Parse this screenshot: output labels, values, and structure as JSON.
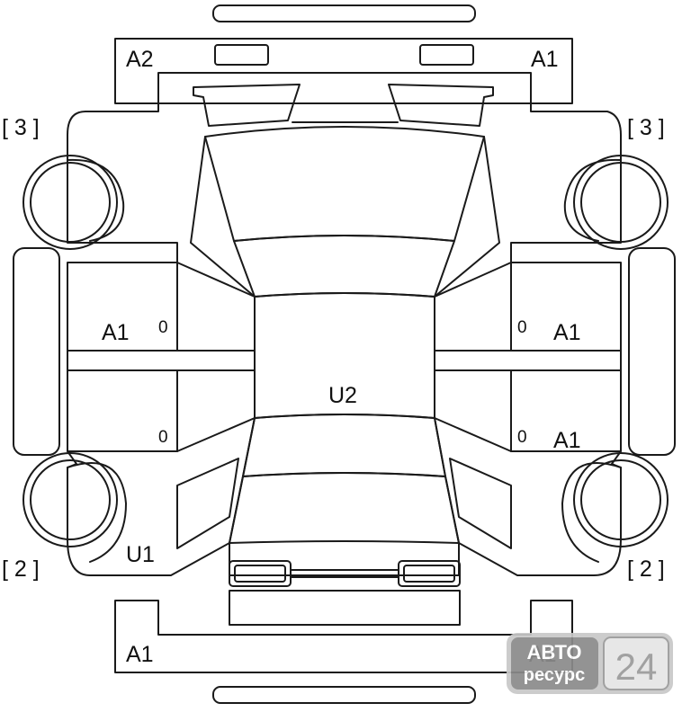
{
  "labels": {
    "front_left": "A2",
    "front_right": "A1",
    "left_front_door": "A1",
    "right_front_door": "A1",
    "right_rear_door": "A1",
    "roof": "U2",
    "left_rear_quarter": "U1",
    "rear_left": "A1",
    "rear_right": "A1"
  },
  "zeros": {
    "left_front_door": "0",
    "left_rear_door": "0",
    "right_front_door": "0",
    "right_rear_door": "0"
  },
  "brackets": {
    "top_left": "[ 3 ]",
    "top_right": "[ 3 ]",
    "bottom_left": "[ 2 ]",
    "bottom_right": "[ 2 ]"
  },
  "watermark": {
    "line1": "АВТО",
    "line2": "ресурс",
    "number": "24",
    "colors": {
      "badge": "#8a8a8a",
      "badge_border": "#c8c8c8",
      "digit_box": "#e6e6e6",
      "digit": "#9a9a9a"
    }
  }
}
